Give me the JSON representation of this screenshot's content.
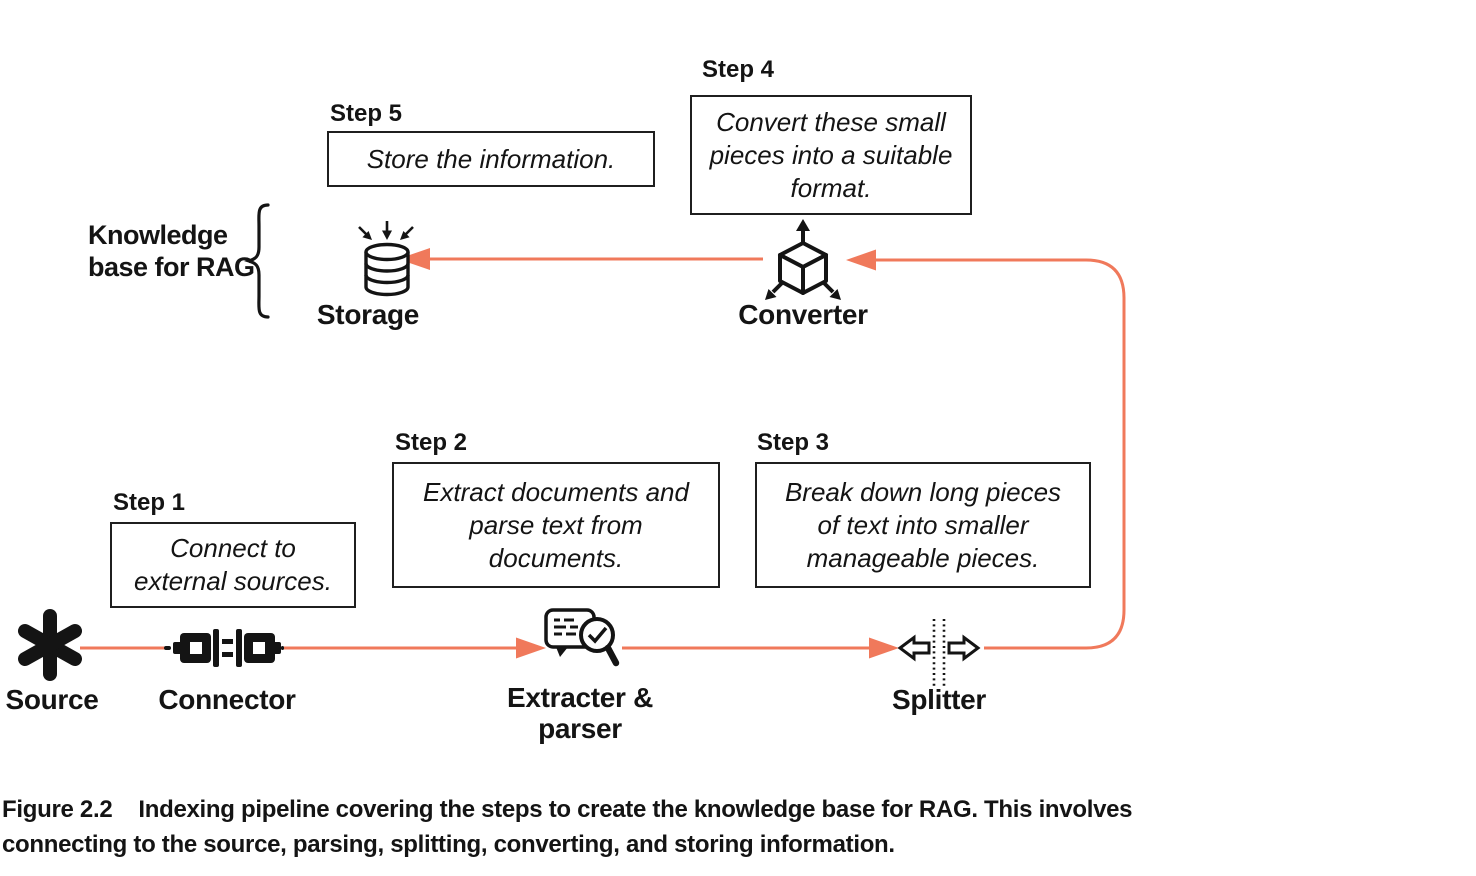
{
  "colors": {
    "arrow": "#F0795B",
    "ink": "#141414",
    "box_border": "#1f1f1f",
    "background": "#ffffff"
  },
  "labels": {
    "knowledge_base": {
      "line1": "Knowledge",
      "line2": "base for RAG"
    }
  },
  "steps": {
    "step1": {
      "title": "Step 1",
      "lines": [
        "Connect to",
        "external sources."
      ]
    },
    "step2": {
      "title": "Step 2",
      "lines": [
        "Extract documents and",
        "parse text from",
        "documents."
      ]
    },
    "step3": {
      "title": "Step 3",
      "lines": [
        "Break down long pieces",
        "of text into smaller",
        "manageable pieces."
      ]
    },
    "step4": {
      "title": "Step 4",
      "lines": [
        "Convert these small",
        "pieces into a suitable",
        "format."
      ]
    },
    "step5": {
      "title": "Step 5",
      "lines": [
        "Store the information."
      ]
    }
  },
  "nodes": {
    "source": {
      "label": "Source",
      "icon": "asterisk-icon"
    },
    "connector": {
      "label": "Connector",
      "icon": "plug-connector-icon"
    },
    "extracter": {
      "label_line1": "Extracter &",
      "label_line2": "parser",
      "icon": "document-magnifier-icon"
    },
    "splitter": {
      "label": "Splitter",
      "icon": "split-arrows-icon"
    },
    "converter": {
      "label": "Converter",
      "icon": "cube-arrows-icon"
    },
    "storage": {
      "label": "Storage",
      "icon": "database-icon"
    }
  },
  "caption": {
    "figure_label": "Figure 2.2",
    "line1": "Indexing pipeline covering the steps to create the knowledge base for RAG. This involves",
    "line2": "connecting to the source, parsing, splitting, converting, and storing information."
  }
}
